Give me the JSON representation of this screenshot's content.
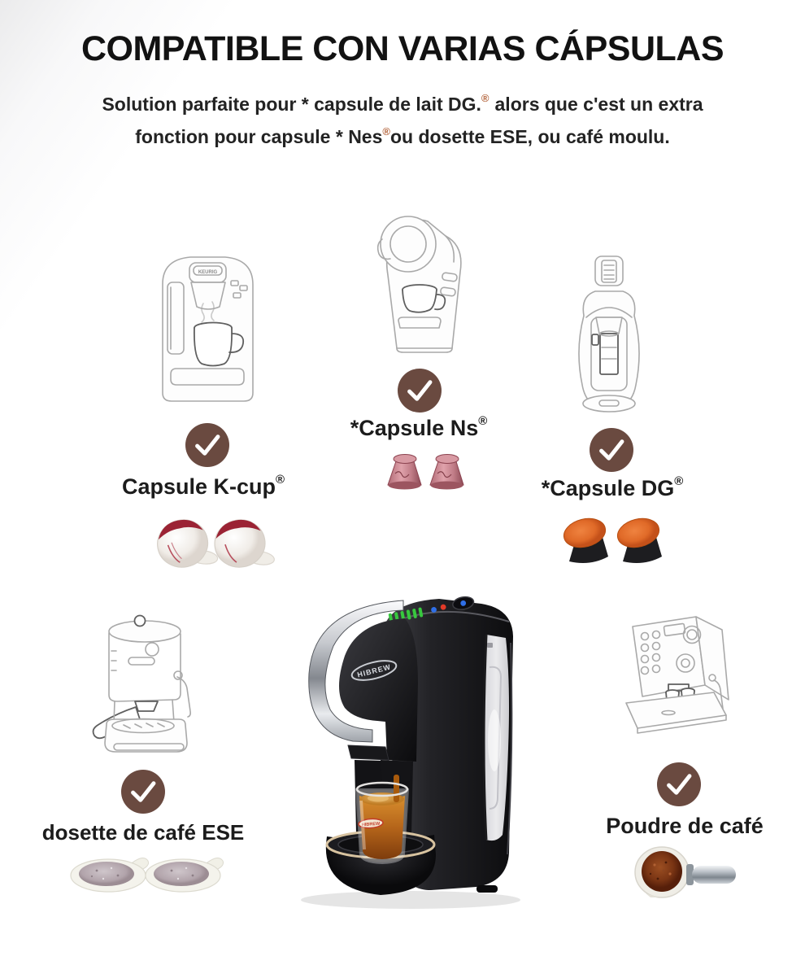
{
  "header": {
    "title": "COMPATIBLE CON VARIAS CÁPSULAS",
    "subtitle_line1_text": "Solution parfaite pour * capsule de lait DG.",
    "subtitle_line1_reg": "®",
    "subtitle_line1_tail": "alors que c'est un extra",
    "subtitle_line2_text": "fonction pour capsule * Nes",
    "subtitle_line2_reg": "®",
    "subtitle_line2_tail": "ou dosette ESE, ou café moulu."
  },
  "items": {
    "kcup": {
      "label": "Capsule K-cup",
      "reg": "®",
      "sketch": "keurig-brewer-sketch",
      "capsules": "k-cup-capsules"
    },
    "ns": {
      "label": "*Capsule Ns",
      "reg": "®",
      "sketch": "nespresso-machine-sketch",
      "capsules": "nespresso-capsules"
    },
    "dg": {
      "label": "*Capsule DG",
      "reg": "®",
      "sketch": "dolce-gusto-machine-sketch",
      "capsules": "dolce-gusto-capsules"
    },
    "ese": {
      "label": "dosette de café ESE",
      "sketch": "pump-espresso-machine-sketch",
      "capsules": "ese-pods"
    },
    "powder": {
      "label": "Poudre de café",
      "sketch": "semi-auto-espresso-machine-sketch",
      "capsules": "portafilter-coffee-powder"
    }
  },
  "machine": {
    "brand": "HIBREW",
    "cup_logo": "HIBREW"
  },
  "sketch_text": {
    "keurig_brand": "KEURIG"
  },
  "icons": {
    "check_badge": "checkmark-in-circle"
  },
  "colors": {
    "check_badge": "#6a4a40",
    "registered_mark": "#b5673f",
    "title_text": "#121212",
    "dg_capsule_orange": "#e06a28",
    "ns_capsule_pink": "#c9808c",
    "kcup_red": "#9b2334",
    "espresso_amber": "#b5651a",
    "sketch_gray": "#a9a9a9"
  }
}
